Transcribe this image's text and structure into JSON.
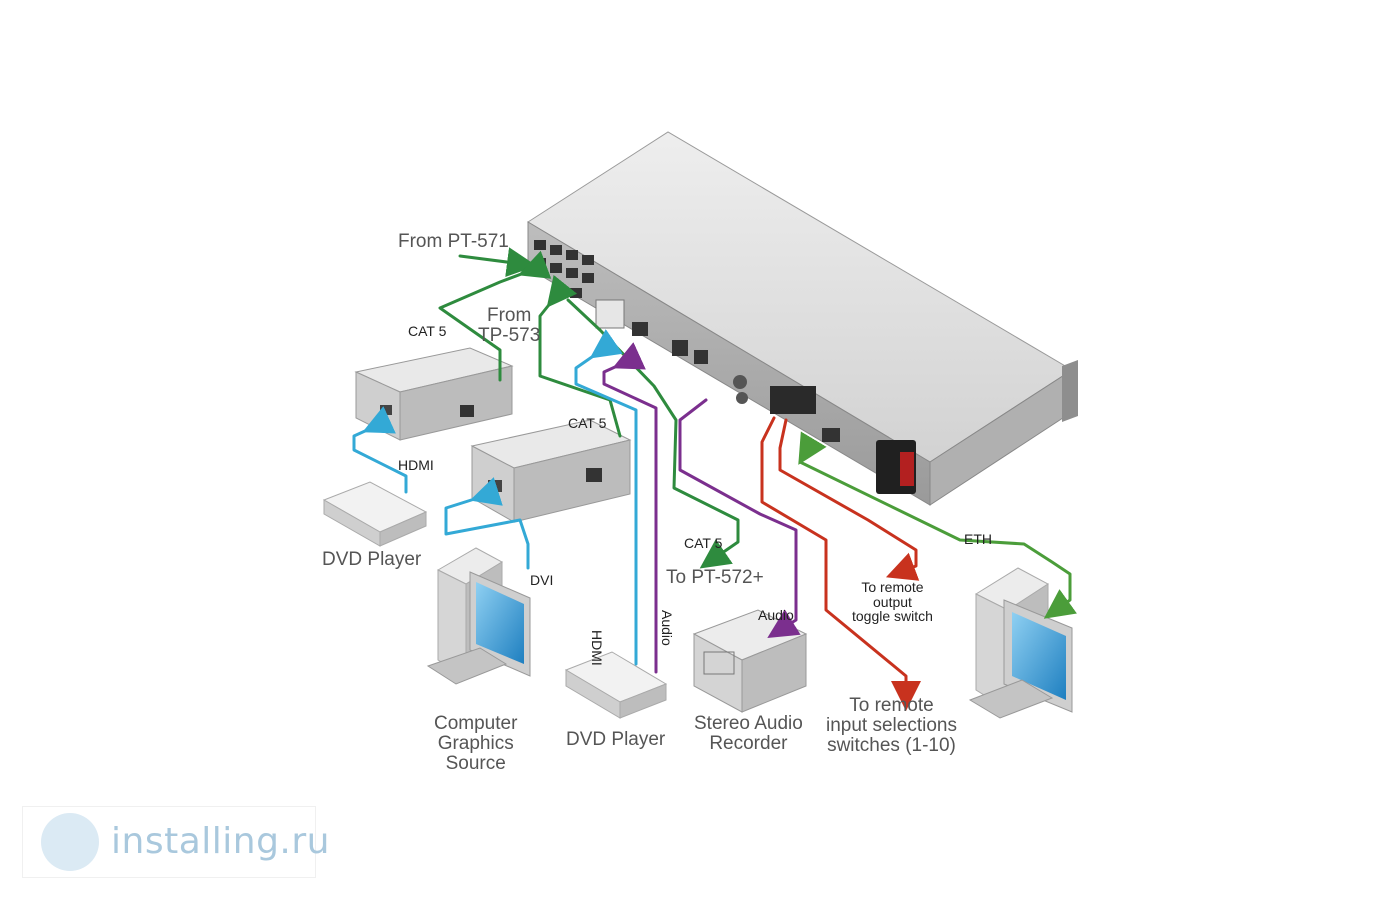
{
  "labels": {
    "from_pt571": "From PT-571",
    "from_tp573": [
      "From",
      "TP-573"
    ],
    "cat5_a": "CAT 5",
    "cat5_b": "CAT 5",
    "cat5_c": "CAT 5",
    "to_pt572": "To PT-572+",
    "hdmi_a": "HDMI",
    "hdmi_b": "HDMI",
    "audio_a": "Audio",
    "audio_b": "Audio",
    "dvi": "DVI",
    "eth": "ETH",
    "dvd_player_a": "DVD Player",
    "dvd_player_b": "DVD Player",
    "computer_source": [
      "Computer",
      "Graphics",
      "Source"
    ],
    "stereo_recorder": [
      "Stereo Audio",
      "Recorder"
    ],
    "remote_output": [
      "To remote",
      "output",
      "toggle switch"
    ],
    "remote_input": [
      "To remote",
      "input selections",
      "switches (1-10)"
    ]
  },
  "watermark": {
    "text": "installing.ru"
  },
  "colors": {
    "cat5_green": "#2e8b3e",
    "hdmi_cyan": "#33a9d6",
    "audio_purple": "#7b2f8e",
    "remote_red": "#c8321e",
    "eth_green": "#4b9d3a",
    "device_gray": "#d8d8d8"
  }
}
